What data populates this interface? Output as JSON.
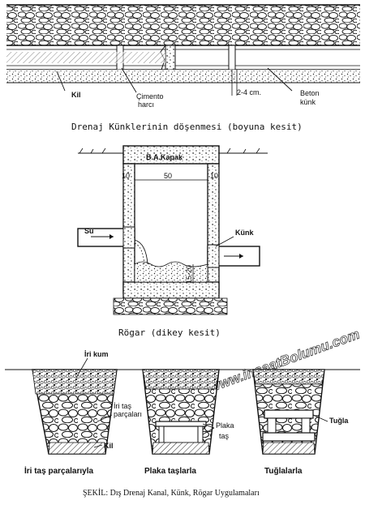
{
  "section1": {
    "caption": "Drenaj Künklerinin döşenmesi (boyuna kesit)",
    "labels": {
      "kil": "Kil",
      "cimento_line1": "Çimento",
      "cimento_line2": "harcı",
      "gap": "2-4 cm.",
      "beton_line1": "Beton",
      "beton_line2": "künk"
    }
  },
  "section2": {
    "caption": "Rögar (dikey kesit)",
    "labels": {
      "cover": "B.A.Kapak",
      "wall_left": "10",
      "wall_right": "10",
      "inner_width": "50",
      "water": "Su",
      "pipe": "Künk",
      "depth": "15-20"
    }
  },
  "watermark": "www.insaatBolumu.com",
  "section3": {
    "fill_label": "İri kum",
    "stone_label_line1": "İri taş",
    "stone_label_line2": "parçaları",
    "clay_label": "Kil",
    "slab_label_line1": "Plaka",
    "slab_label_line2": "taş",
    "brick_label": "Tuğla",
    "captions": [
      "İri taş parçalarıyla",
      "Plaka taşlarla",
      "Tuğlalarla"
    ]
  },
  "figure_caption": "ŞEKİL: Dış Drenaj Kanal, Künk, Rögar Uygulamaları"
}
